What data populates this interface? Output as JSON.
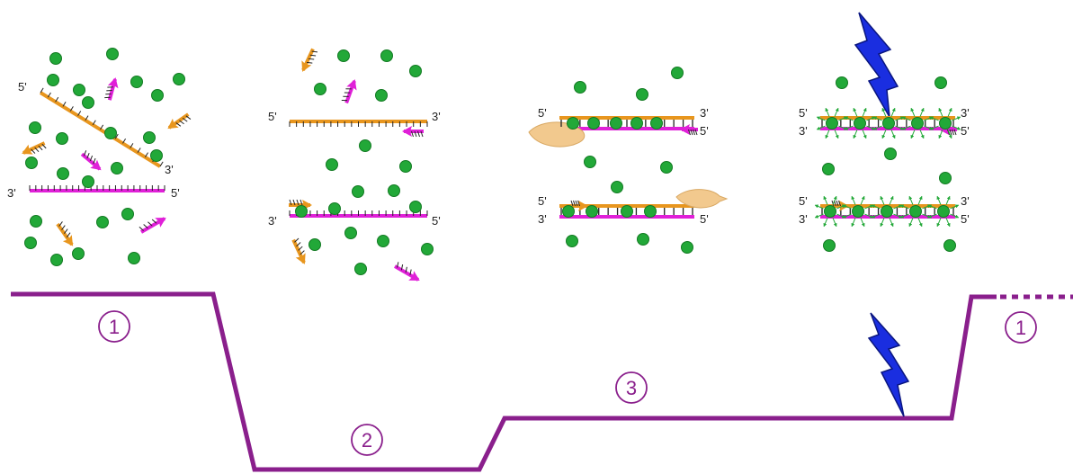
{
  "colors": {
    "orange": "#e8961e",
    "magenta": "#e020d8",
    "green": "#22a838",
    "green_dark": "#127a22",
    "purple": "#8a1f8c",
    "blue": "#1a2ee0",
    "tan": "#f2c98e",
    "ink": "#222222"
  },
  "labels": {
    "five_prime": "5'",
    "three_prime": "3'"
  },
  "steps": {
    "step1_left": "1",
    "step2": "2",
    "step3": "3",
    "step1_right": "1"
  },
  "icons": [
    "fluorescent-dye-dot",
    "primer-arrow",
    "polymerase-enzyme",
    "lightning-bolt-icon",
    "fluorescence-emission-arrow"
  ]
}
